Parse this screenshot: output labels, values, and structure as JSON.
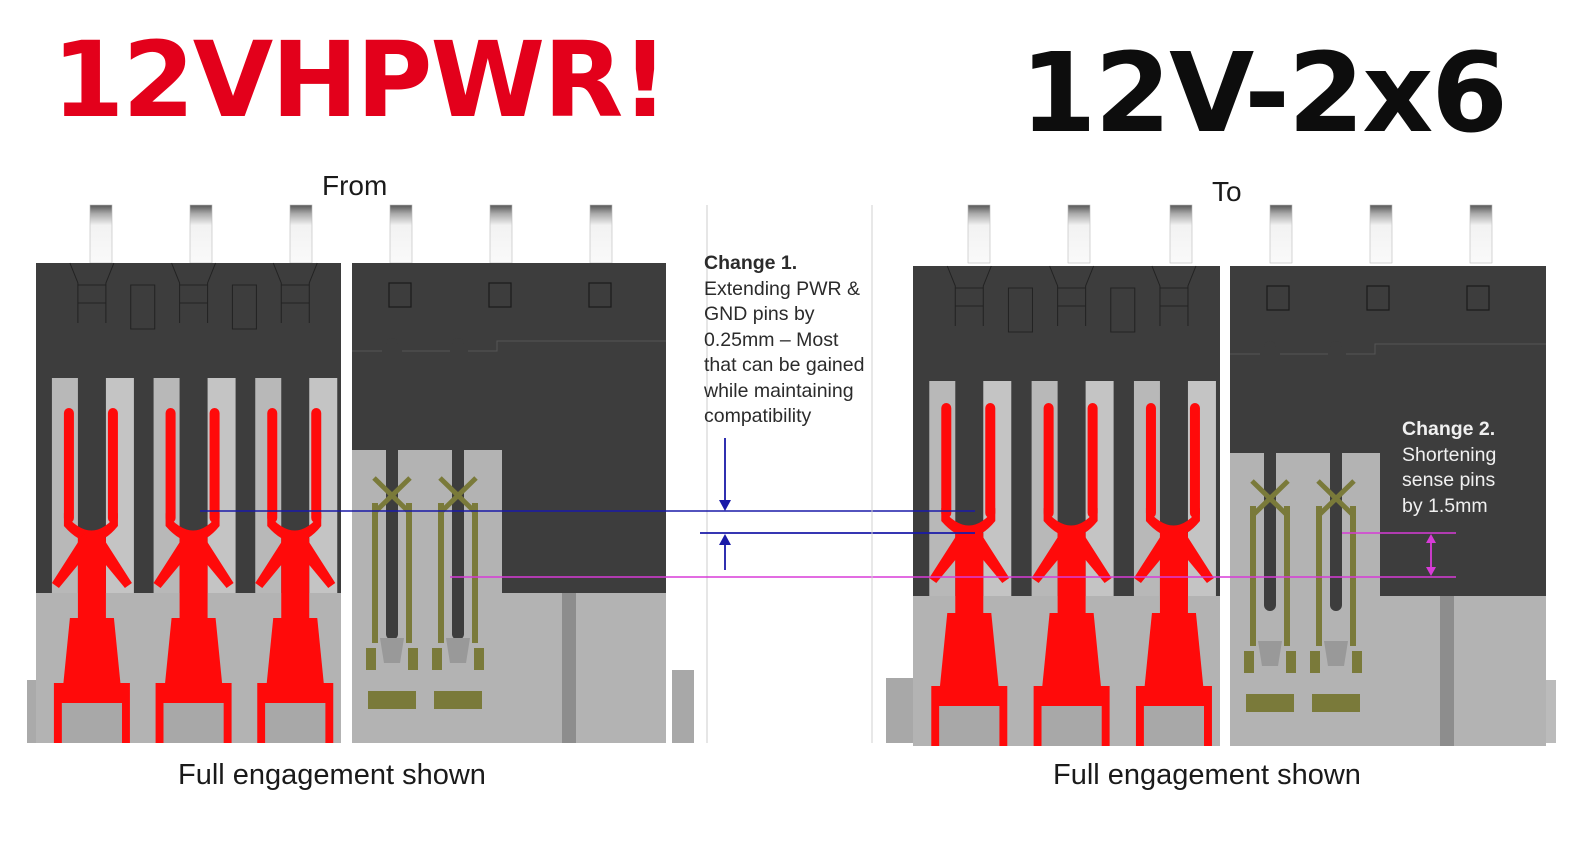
{
  "titles": {
    "old_connector": "12VHPWR!",
    "new_connector": "12V-2x6"
  },
  "colors": {
    "old_title": "#e3001b",
    "new_title": "#0d0d0d",
    "housing_dark": "#3d3d3d",
    "housing_light": "#b3b3b3",
    "power_terminal": "#ff0a0a",
    "sense_terminal": "#7a7a3a",
    "change1_line": "#1a1aa8",
    "change2_line": "#d83bd8"
  },
  "panels": {
    "from_label": "From",
    "to_label": "To",
    "caption_left": "Full engagement shown",
    "caption_right": "Full engagement shown"
  },
  "annotations": {
    "change1": {
      "heading": "Change 1.",
      "lines": [
        "Extending PWR &",
        "GND pins by",
        "0.25mm – Most",
        "that can be gained",
        "while maintaining",
        "compatibility"
      ]
    },
    "change2": {
      "heading": "Change 2.",
      "lines": [
        "Shortening",
        "sense pins",
        "by 1.5mm"
      ]
    }
  }
}
